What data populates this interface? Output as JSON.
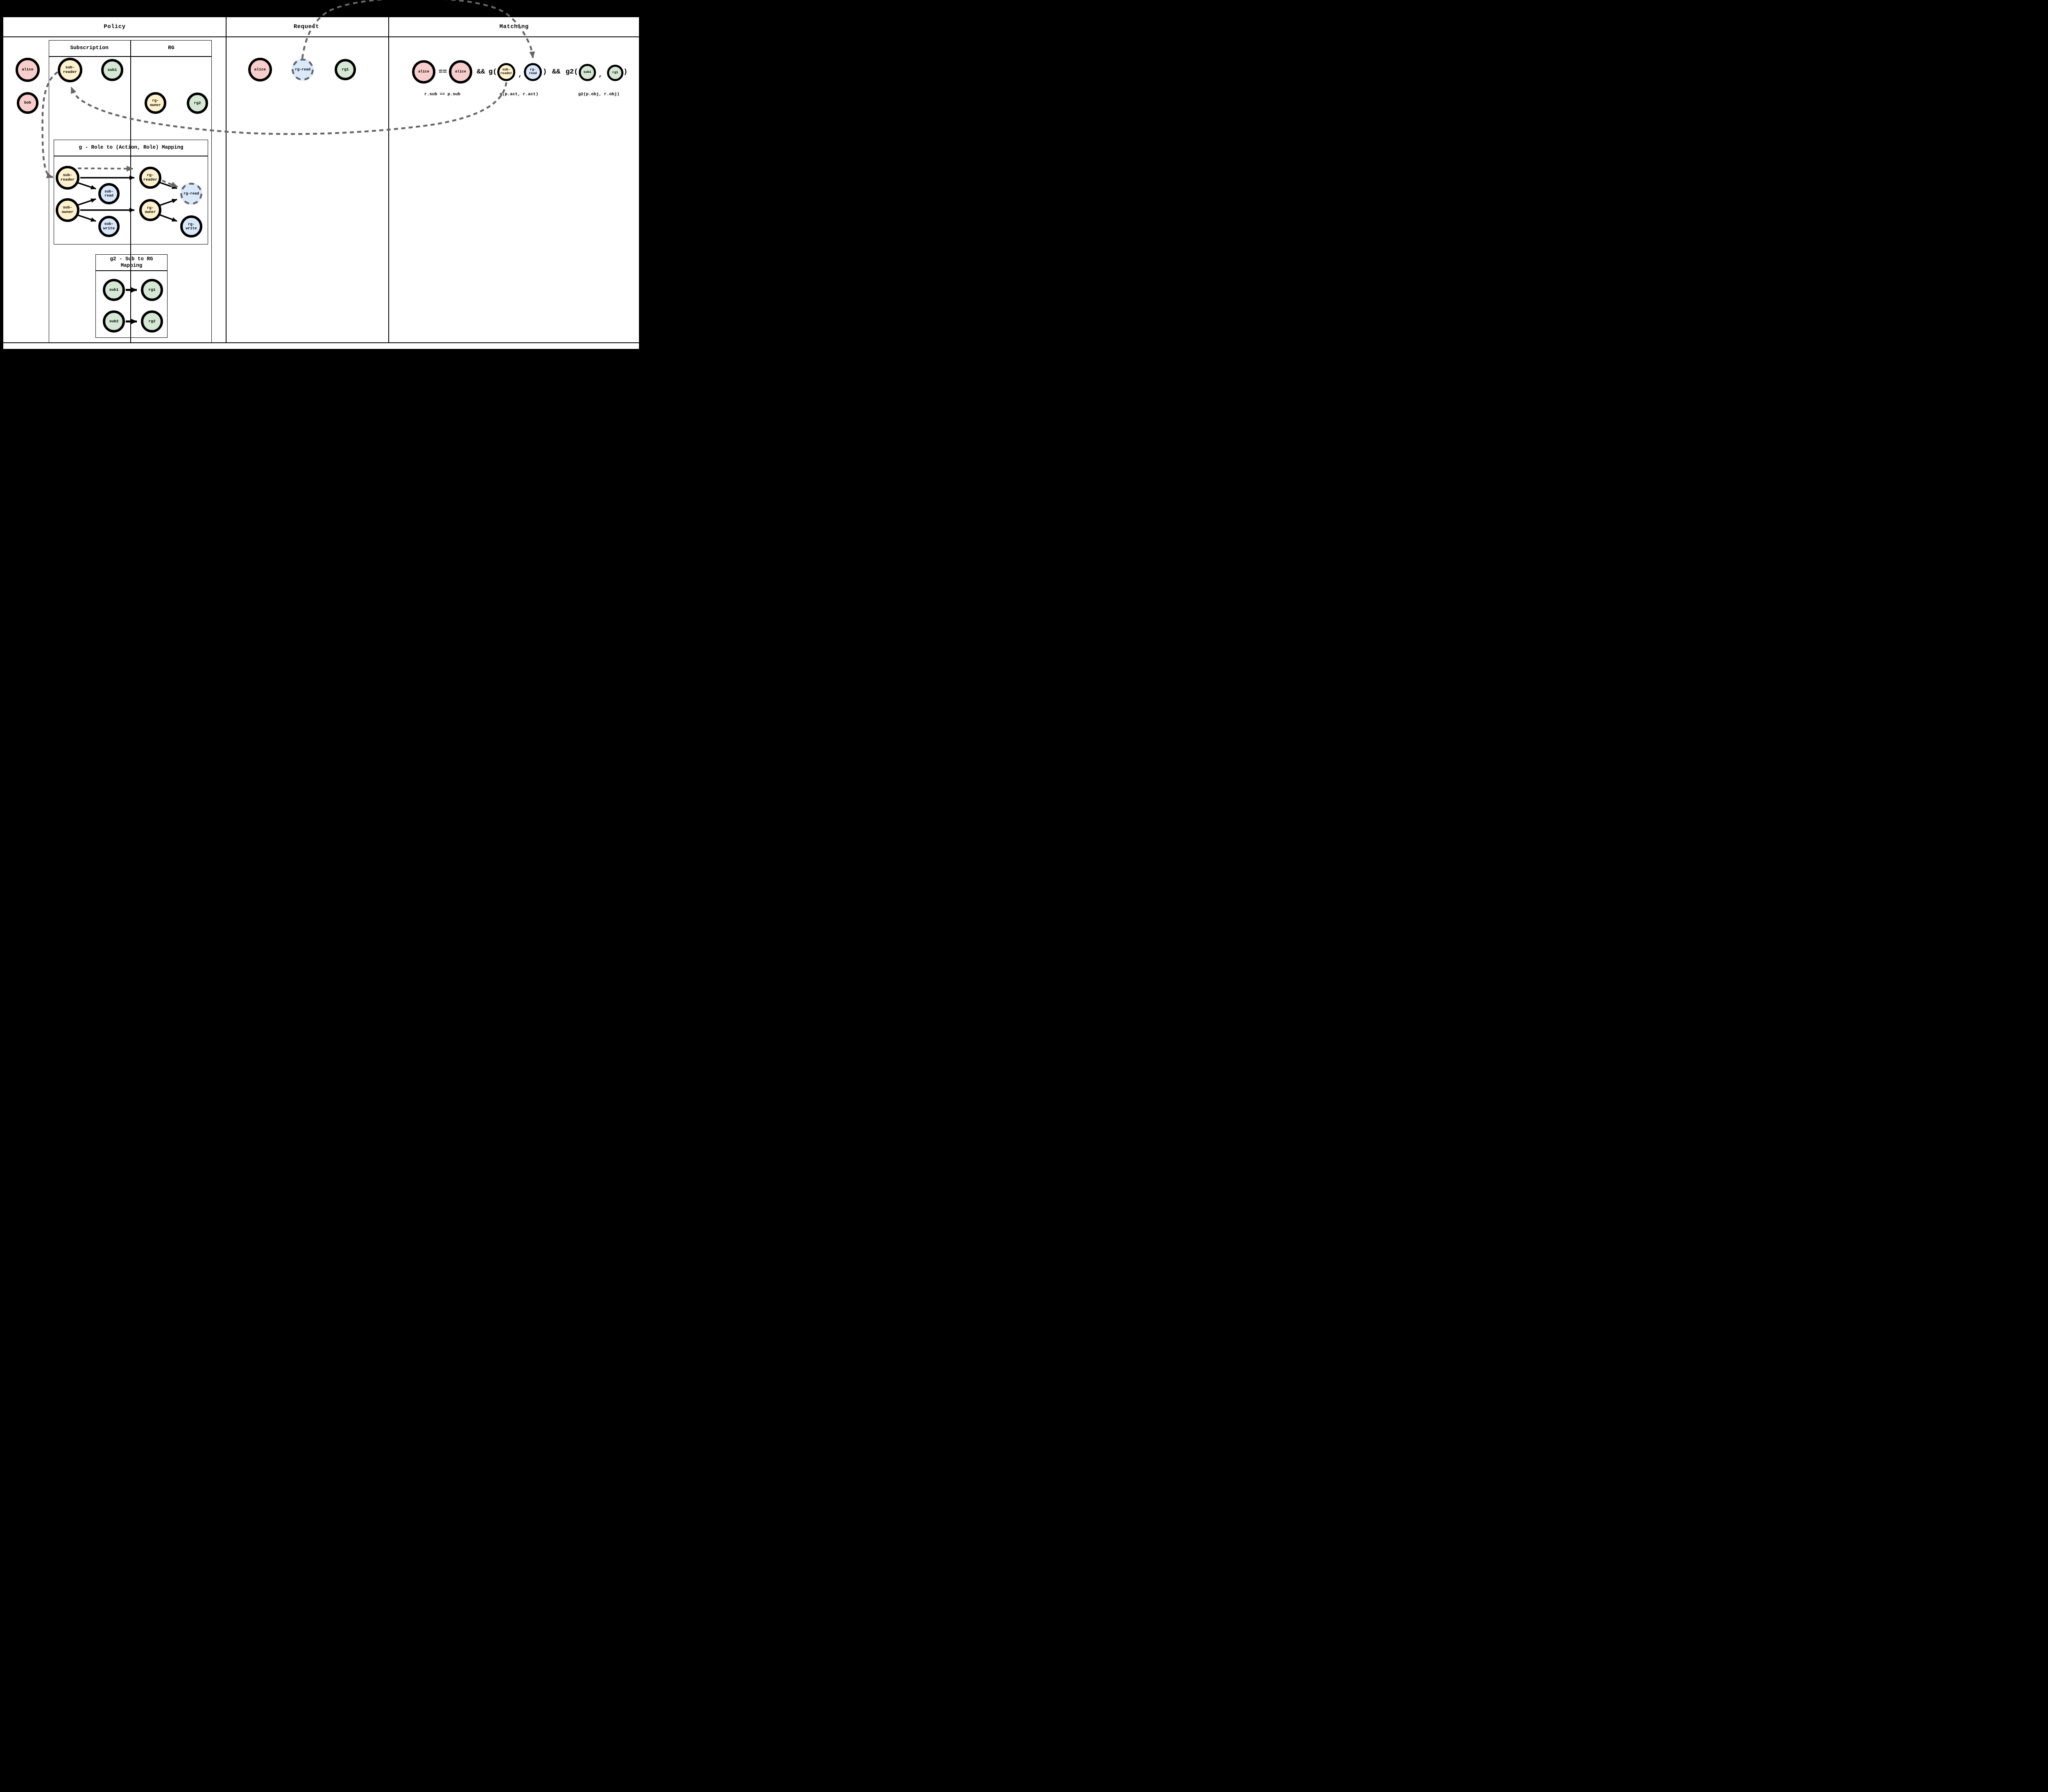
{
  "colors": {
    "background": "#000000",
    "panel": "#ffffff",
    "node_pink": "#f8cecc",
    "node_yellow": "#fff2cc",
    "node_green": "#d5e8d4",
    "node_blue": "#dae8fc",
    "node_border": "#000000",
    "highlight_dash_gray": "#666666"
  },
  "columns": {
    "policy": "Policy",
    "request": "Request",
    "matching": "Matching"
  },
  "policy": {
    "table_headers": {
      "subscription": "Subscription",
      "rg": "RG"
    },
    "nodes": {
      "alice": "alice",
      "bob": "bob",
      "sub_reader": "sub-\nreader",
      "sub1": "sub1",
      "rg_owner": "rg-owner",
      "rg2": "rg2"
    },
    "g_box": {
      "title": "g - Role to (Action, Role) Mapping",
      "nodes": {
        "sub_reader": "sub-\nreader",
        "sub_read": "sub-read",
        "sub_owner": "sub-\nowner",
        "sub_write": "sub-\nwrite",
        "rg_reader": "rg-\nreader",
        "rg_owner": "rg-owner",
        "rg_read": "rg-read",
        "rg_write": "rg-write"
      }
    },
    "g2_box": {
      "title": "g2 - Sub to RG\nMapping",
      "nodes": {
        "sub1": "sub1",
        "rg1": "rg1",
        "sub2": "sub2",
        "rg2": "rg2"
      }
    }
  },
  "request": {
    "nodes": {
      "alice": "alice",
      "rg_read": "rg-read",
      "rg1": "rg1"
    }
  },
  "matching": {
    "nodes": {
      "alice_r": "alice",
      "alice_p": "alice",
      "sub_reader": "sub-\nreader",
      "rg_read": "rg-\nread",
      "sub1": "sub1",
      "rg1": "rg1"
    },
    "operators": {
      "eq": "==",
      "and1": "&&",
      "g_open": "g(",
      "comma1": ",",
      "close1": ")",
      "and2": "&&",
      "g2_open": "g2(",
      "comma2": ",",
      "close2": ")"
    },
    "captions": {
      "sub": "r.sub == p.sub",
      "act": "g(p.act, r.act)",
      "obj": "g2(p.obj, r.obj)"
    }
  }
}
